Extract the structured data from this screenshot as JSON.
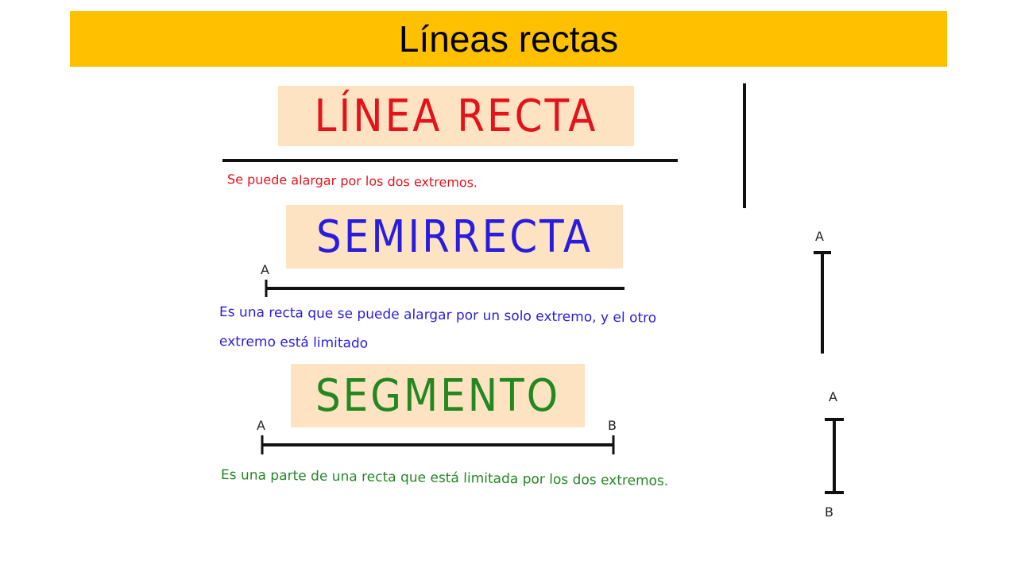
{
  "slide": {
    "title": "Líneas rectas",
    "title_bg": "#ffc000"
  },
  "diagram": {
    "label_bg": "#fde3c1",
    "linea_recta": {
      "label": "LÍNEA RECTA",
      "color": "#e4121b",
      "description": "Se puede alargar por los dos extremos."
    },
    "semirrecta": {
      "label": "SEMIRRECTA",
      "color": "#2a1cde",
      "point": "A",
      "description_line1": "Es una recta que se puede alargar por un solo extremo, y el otro",
      "description_line2": "extremo está limitado",
      "vertical_point": "A"
    },
    "segmento": {
      "label": "SEGMENTO",
      "color": "#238722",
      "point_a": "A",
      "point_b": "B",
      "description": "Es una parte de una recta que está limitada por los dos extremos.",
      "vertical_point_a": "A",
      "vertical_point_b": "B"
    }
  }
}
